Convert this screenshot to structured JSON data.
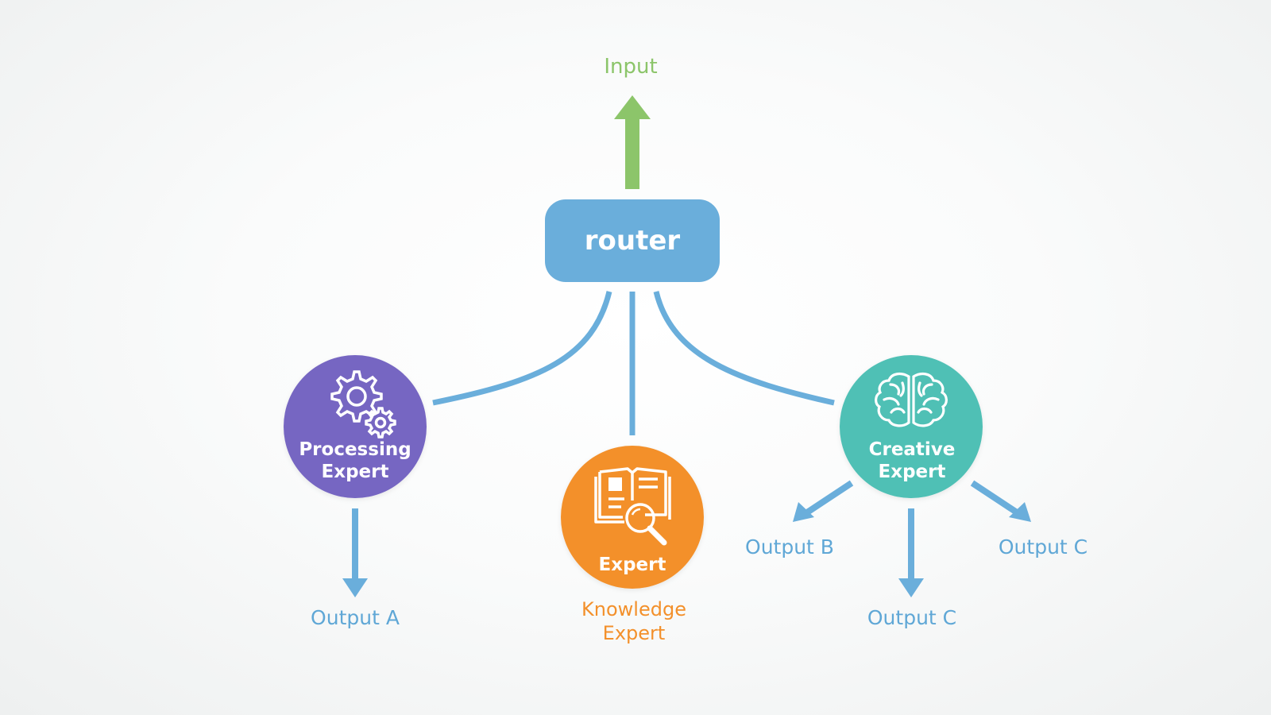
{
  "diagram": {
    "input_label": "Input",
    "router_label": "router",
    "processing_expert": {
      "line1": "Processing",
      "line2": "Expert",
      "icon": "gears-icon",
      "color": "#7666c2"
    },
    "knowledge_expert": {
      "node_label": "Expert",
      "caption_line1": "Knowledge",
      "caption_line2": "Expert",
      "icon": "book-search-icon",
      "color": "#f3902b"
    },
    "creative_expert": {
      "line1": "Creative",
      "line2": "Expert",
      "icon": "brain-icon",
      "color": "#4fc0b5"
    },
    "outputs": {
      "a": "Output A",
      "b": "Output B",
      "c_right": "Output C",
      "c_bottom": "Output C"
    },
    "colors": {
      "connector": "#6aaedb",
      "input_arrow": "#8cc56a",
      "router": "#6aaedb"
    }
  }
}
